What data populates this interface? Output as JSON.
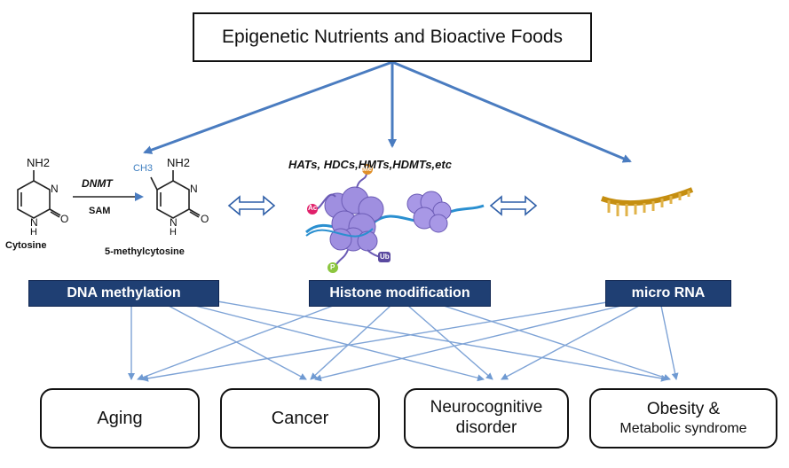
{
  "title": "Epigenetic Nutrients and Bioactive Foods",
  "enzymes_label": "HATs, HDCs,HMTs,HDMTs,etc",
  "chemistry": {
    "cytosine_nh2": "NH2",
    "cytosine_n_top": "N",
    "cytosine_nh": "N",
    "cytosine_h": "H",
    "cytosine_o": "O",
    "cytosine_name": "Cytosine",
    "enzyme": "DNMT",
    "cofactor": "SAM",
    "methyl_group": "CH3",
    "methylcytosine_nh2": "NH2",
    "methylcytosine_n_top": "N",
    "methylcytosine_nh": "N",
    "methylcytosine_h": "H",
    "methylcytosine_o": "O",
    "methylcytosine_name": "5-methylcytosine"
  },
  "histone_marks": {
    "ac": "Ac",
    "me": "Me",
    "p": "P",
    "ub": "Ub"
  },
  "mechanisms": {
    "dna_methylation": "DNA methylation",
    "histone_modification": "Histone modification",
    "micro_rna": "micro RNA"
  },
  "outcomes": {
    "aging": "Aging",
    "cancer": "Cancer",
    "neuro_line1": "Neurocognitive",
    "neuro_line2": "disorder",
    "obesity_line1": "Obesity &",
    "obesity_line2": "Metabolic syndrome"
  },
  "colors": {
    "arrow": "#4a7cc0",
    "mechanism_fill": "#1f3f73",
    "histone": "#9f8fe0",
    "dna_strand": "#2a8fd0",
    "rna": "#d9a520",
    "methyl": "#3f7fc0"
  }
}
